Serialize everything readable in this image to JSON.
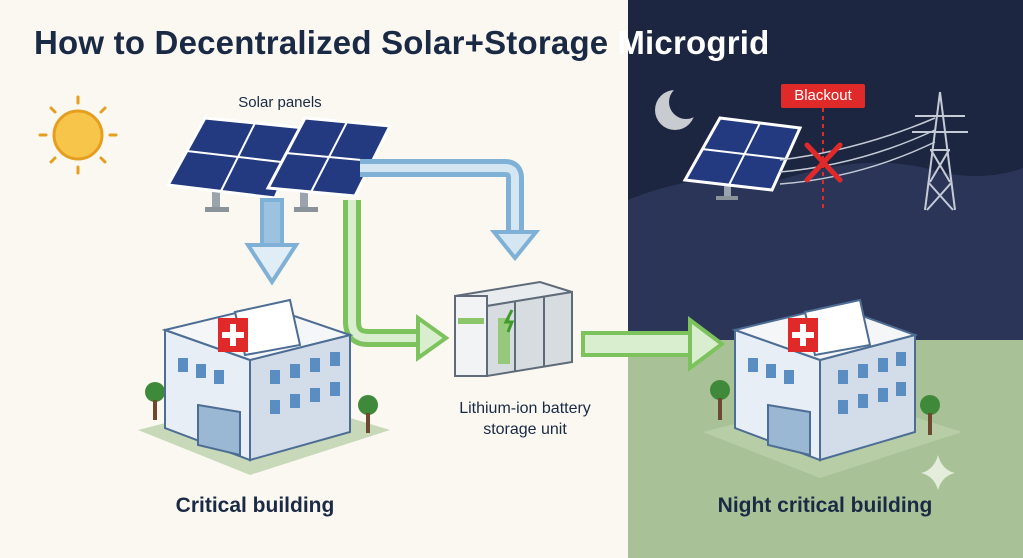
{
  "title": {
    "part1": "How to Decentralized Solar+Storage",
    "part2": "Microgrid"
  },
  "labels": {
    "solar_panels": "Solar panels",
    "battery_line1": "Lithium-ion battery",
    "battery_line2": "storage unit",
    "critical_building": "Critical building",
    "night_building": "Night critical building",
    "blackout": "Blackout"
  },
  "colors": {
    "day_background": "#faf8f1",
    "night_sky": "#1d2640",
    "night_ground": "#a9c197",
    "solar_arrow_blue": "#7fb1d6",
    "storage_arrow_green": "#7dc35d",
    "hospital_cross_red": "#e02a2a",
    "sun_yellow": "#f7c54a"
  },
  "icons": [
    "sun-icon",
    "moon-icon",
    "solar-panel-icon",
    "battery-storage-icon",
    "hospital-building-icon",
    "power-tower-icon",
    "blackout-x-icon",
    "sparkle-icon"
  ]
}
